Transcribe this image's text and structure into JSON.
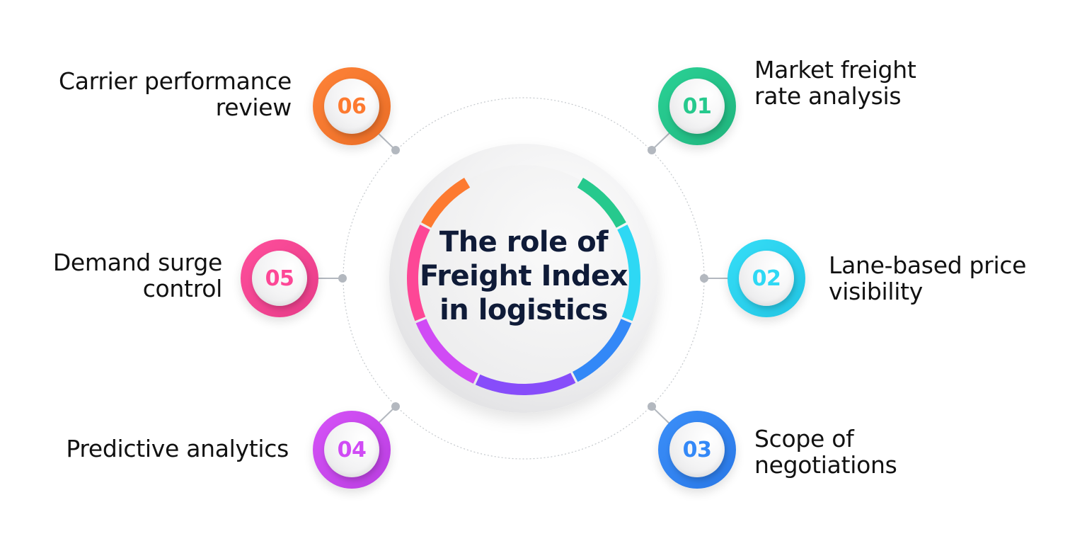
{
  "title": {
    "lines": [
      "The role of",
      "Freight Index",
      "in logistics"
    ],
    "color": "#0f1b38"
  },
  "items": [
    {
      "number": "01",
      "lines": [
        "Market freight",
        "rate analysis"
      ],
      "color": "#26c98d",
      "side": "right"
    },
    {
      "number": "02",
      "lines": [
        "Lane-based price",
        "visibility"
      ],
      "color": "#2ed8f4",
      "side": "right"
    },
    {
      "number": "03",
      "lines": [
        "Scope of",
        "negotiations"
      ],
      "color": "#3388f7",
      "side": "right"
    },
    {
      "number": "04",
      "lines": [
        "Predictive analytics"
      ],
      "color": "#d04bf5",
      "side": "left"
    },
    {
      "number": "05",
      "lines": [
        "Demand surge",
        "control"
      ],
      "color": "#fd4796",
      "side": "left"
    },
    {
      "number": "06",
      "lines": [
        "Carrier performance",
        "review"
      ],
      "color": "#fd7a30",
      "side": "left"
    }
  ],
  "ring_segments": [
    {
      "color": "#26c98d"
    },
    {
      "color": "#2ed8f4"
    },
    {
      "color": "#3388f7"
    },
    {
      "color": "#874dfa"
    },
    {
      "color": "#d04bf5"
    },
    {
      "color": "#fd4796"
    },
    {
      "color": "#fd7a30"
    }
  ],
  "connector_color": "#b3b8bf"
}
